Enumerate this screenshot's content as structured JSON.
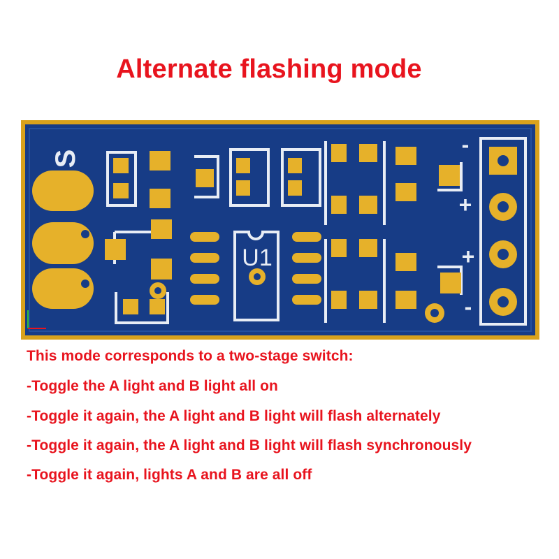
{
  "title": "Alternate flashing mode",
  "board": {
    "silk_s": "S",
    "silk_u1": "U1",
    "silk_minus": "-",
    "silk_plus": "+",
    "colors": {
      "board": "#173c86",
      "border": "#d9a21c",
      "pad": "#e6b12a",
      "silk": "#e8edf5"
    }
  },
  "description": {
    "lines": [
      "This mode corresponds to a two-stage switch:",
      "-Toggle the A light and B light all on",
      "-Toggle it again, the A light and B light will flash alternately",
      "-Toggle it again, the A light and B light will flash synchronously",
      "-Toggle it again, lights A and B are all off"
    ]
  }
}
